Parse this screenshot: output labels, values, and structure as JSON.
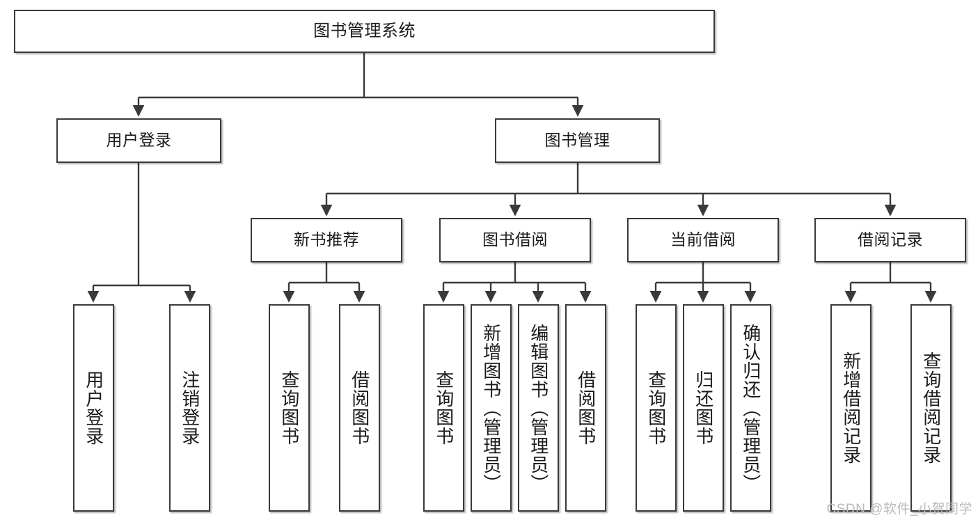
{
  "diagram": {
    "type": "tree-hierarchy-chart",
    "title": "图书管理系统",
    "stroke_color": "#3a3a3a",
    "background_color": "#ffffff",
    "watermark": "CSDN @软件_小贺同学",
    "levels": {
      "level1": [
        {
          "id": "root",
          "label": "图书管理系统"
        }
      ],
      "level2": [
        {
          "id": "user-login",
          "label": "用户登录"
        },
        {
          "id": "book-manage",
          "label": "图书管理"
        }
      ],
      "level3": [
        {
          "id": "new-book-rec",
          "label": "新书推荐"
        },
        {
          "id": "book-borrow",
          "label": "图书借阅"
        },
        {
          "id": "current-borrow",
          "label": "当前借阅"
        },
        {
          "id": "borrow-record",
          "label": "借阅记录"
        }
      ],
      "level4": [
        {
          "id": "leaf-user-login",
          "parent": "user-login",
          "label": "用户登录"
        },
        {
          "id": "leaf-logout",
          "parent": "user-login",
          "label": "注销登录"
        },
        {
          "id": "leaf-query-book-1",
          "parent": "new-book-rec",
          "label": "查询图书"
        },
        {
          "id": "leaf-borrow-book-1",
          "parent": "new-book-rec",
          "label": "借阅图书"
        },
        {
          "id": "leaf-query-book-2",
          "parent": "book-borrow",
          "label": "查询图书"
        },
        {
          "id": "leaf-add-book",
          "parent": "book-borrow",
          "label": "新增图书（管理员）"
        },
        {
          "id": "leaf-edit-book",
          "parent": "book-borrow",
          "label": "编辑图书（管理员）"
        },
        {
          "id": "leaf-borrow-book-2",
          "parent": "book-borrow",
          "label": "借阅图书"
        },
        {
          "id": "leaf-query-book-3",
          "parent": "current-borrow",
          "label": "查询图书"
        },
        {
          "id": "leaf-return-book",
          "parent": "current-borrow",
          "label": "归还图书"
        },
        {
          "id": "leaf-confirm-return",
          "parent": "current-borrow",
          "label": "确认归还（管理员）"
        },
        {
          "id": "leaf-add-record",
          "parent": "borrow-record",
          "label": "新增借阅记录"
        },
        {
          "id": "leaf-query-record",
          "parent": "borrow-record",
          "label": "查询借阅记录"
        }
      ]
    }
  }
}
